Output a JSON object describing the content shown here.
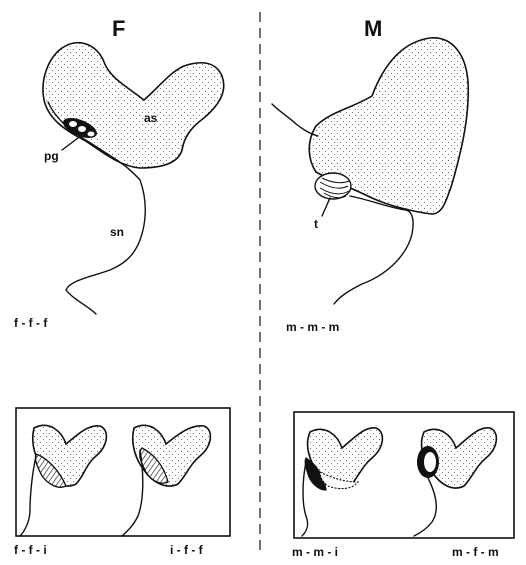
{
  "panels": {
    "female": {
      "title": "F",
      "labels": {
        "as": "as",
        "pg": "pg",
        "sn": "sn"
      },
      "code": "f - f - f",
      "inset": {
        "left_code": "f - f - i",
        "right_code": "i - f - f"
      }
    },
    "male": {
      "title": "M",
      "labels": {
        "t": "t"
      },
      "code": "m - m - m",
      "inset": {
        "left_code": "m - m - i",
        "right_code": "m - f - m"
      }
    }
  },
  "colors": {
    "ink": "#111111",
    "stipple": "#555555",
    "background": "#ffffff"
  }
}
